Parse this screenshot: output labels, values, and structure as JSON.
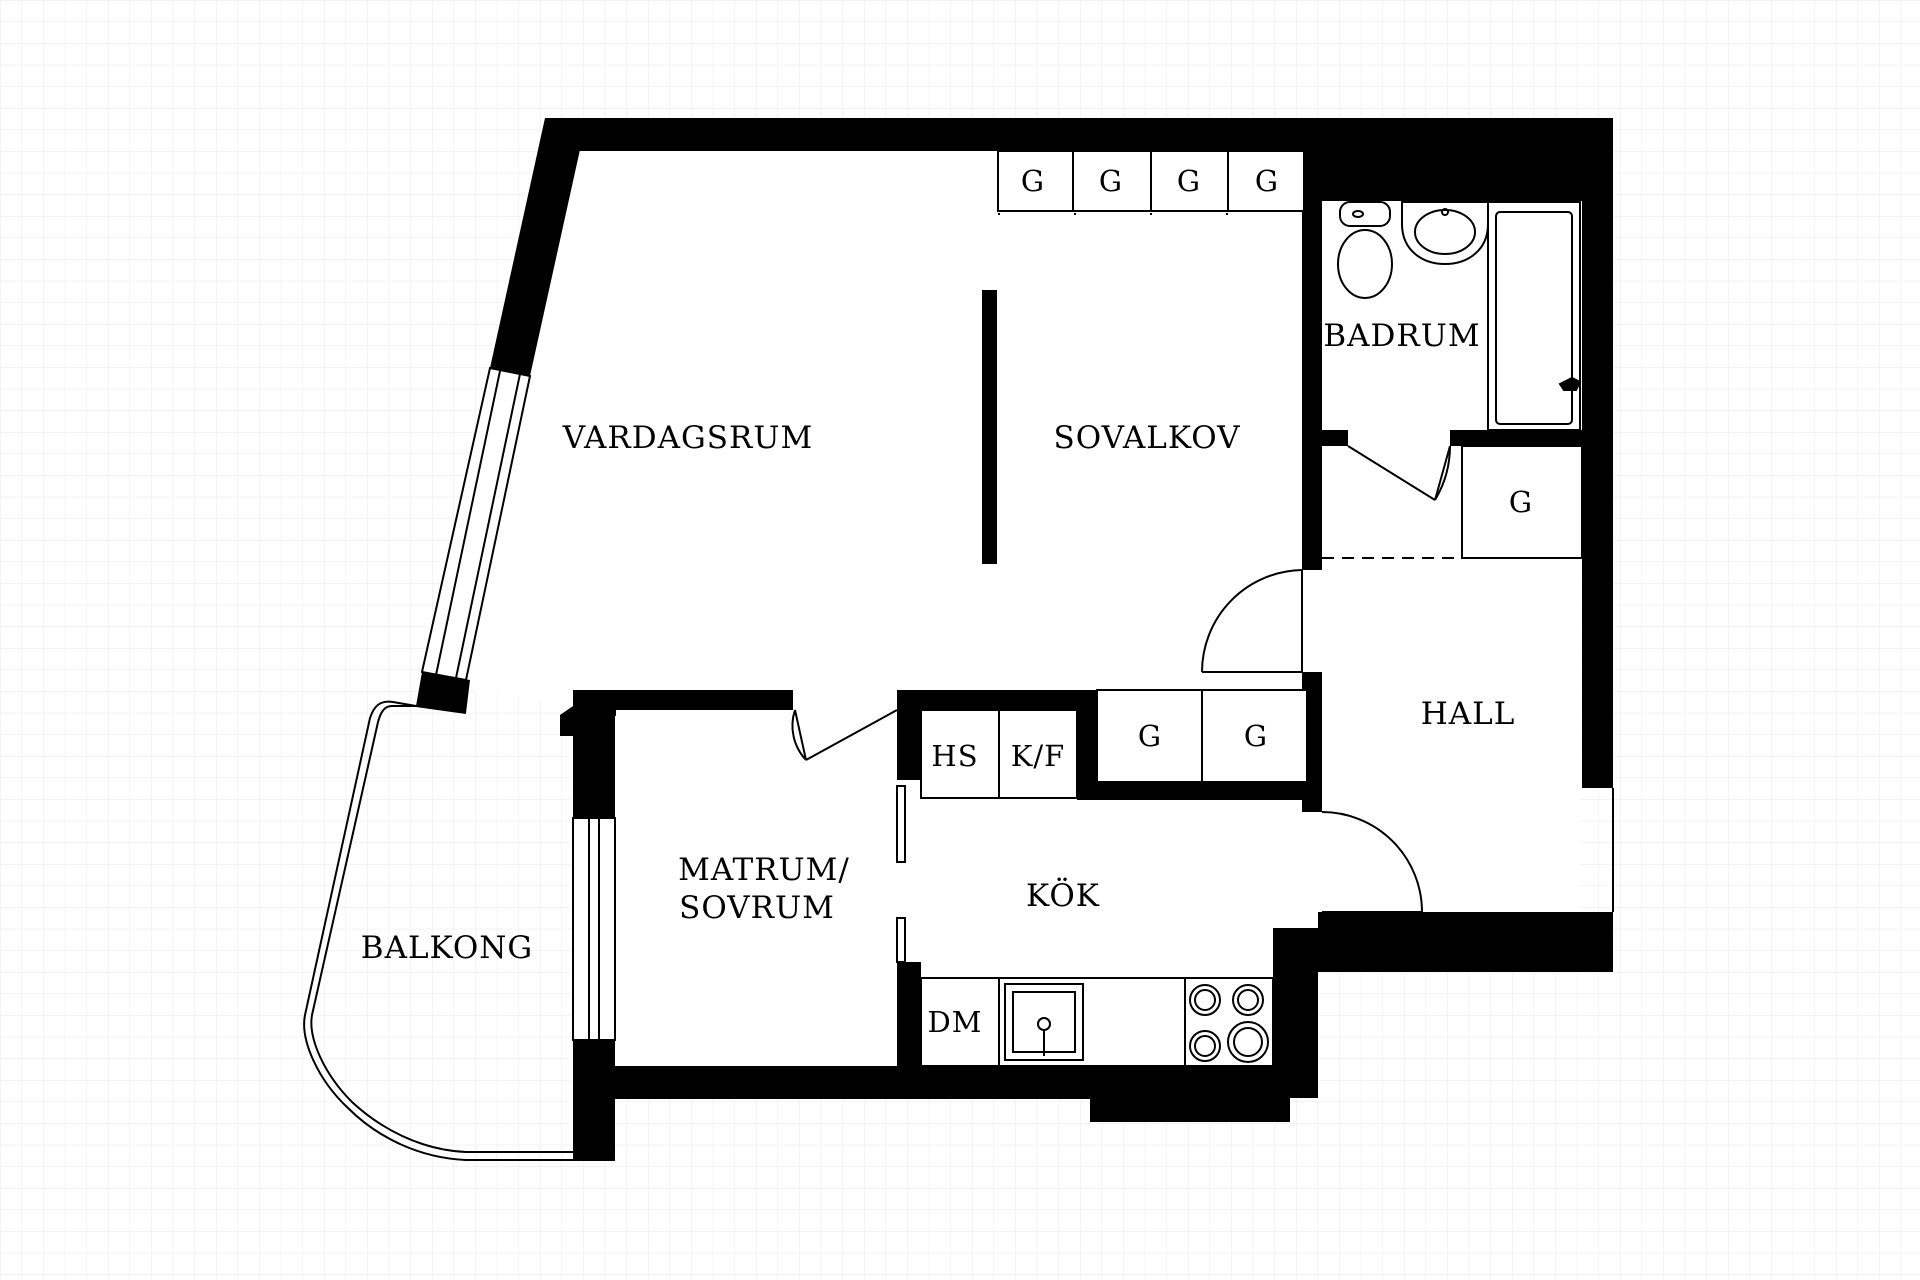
{
  "rooms": {
    "vardagsrum": "VARDAGSRUM",
    "sovalkov": "SOVALKOV",
    "badrum": "BADRUM",
    "hall": "HALL",
    "matrum_line1": "MATRUM/",
    "matrum_line2": "SOVRUM",
    "kok": "KÖK",
    "balkong": "BALKONG"
  },
  "fixtures": {
    "wardrobe": "G",
    "hs": "HS",
    "kf": "K/F",
    "dm": "DM"
  }
}
